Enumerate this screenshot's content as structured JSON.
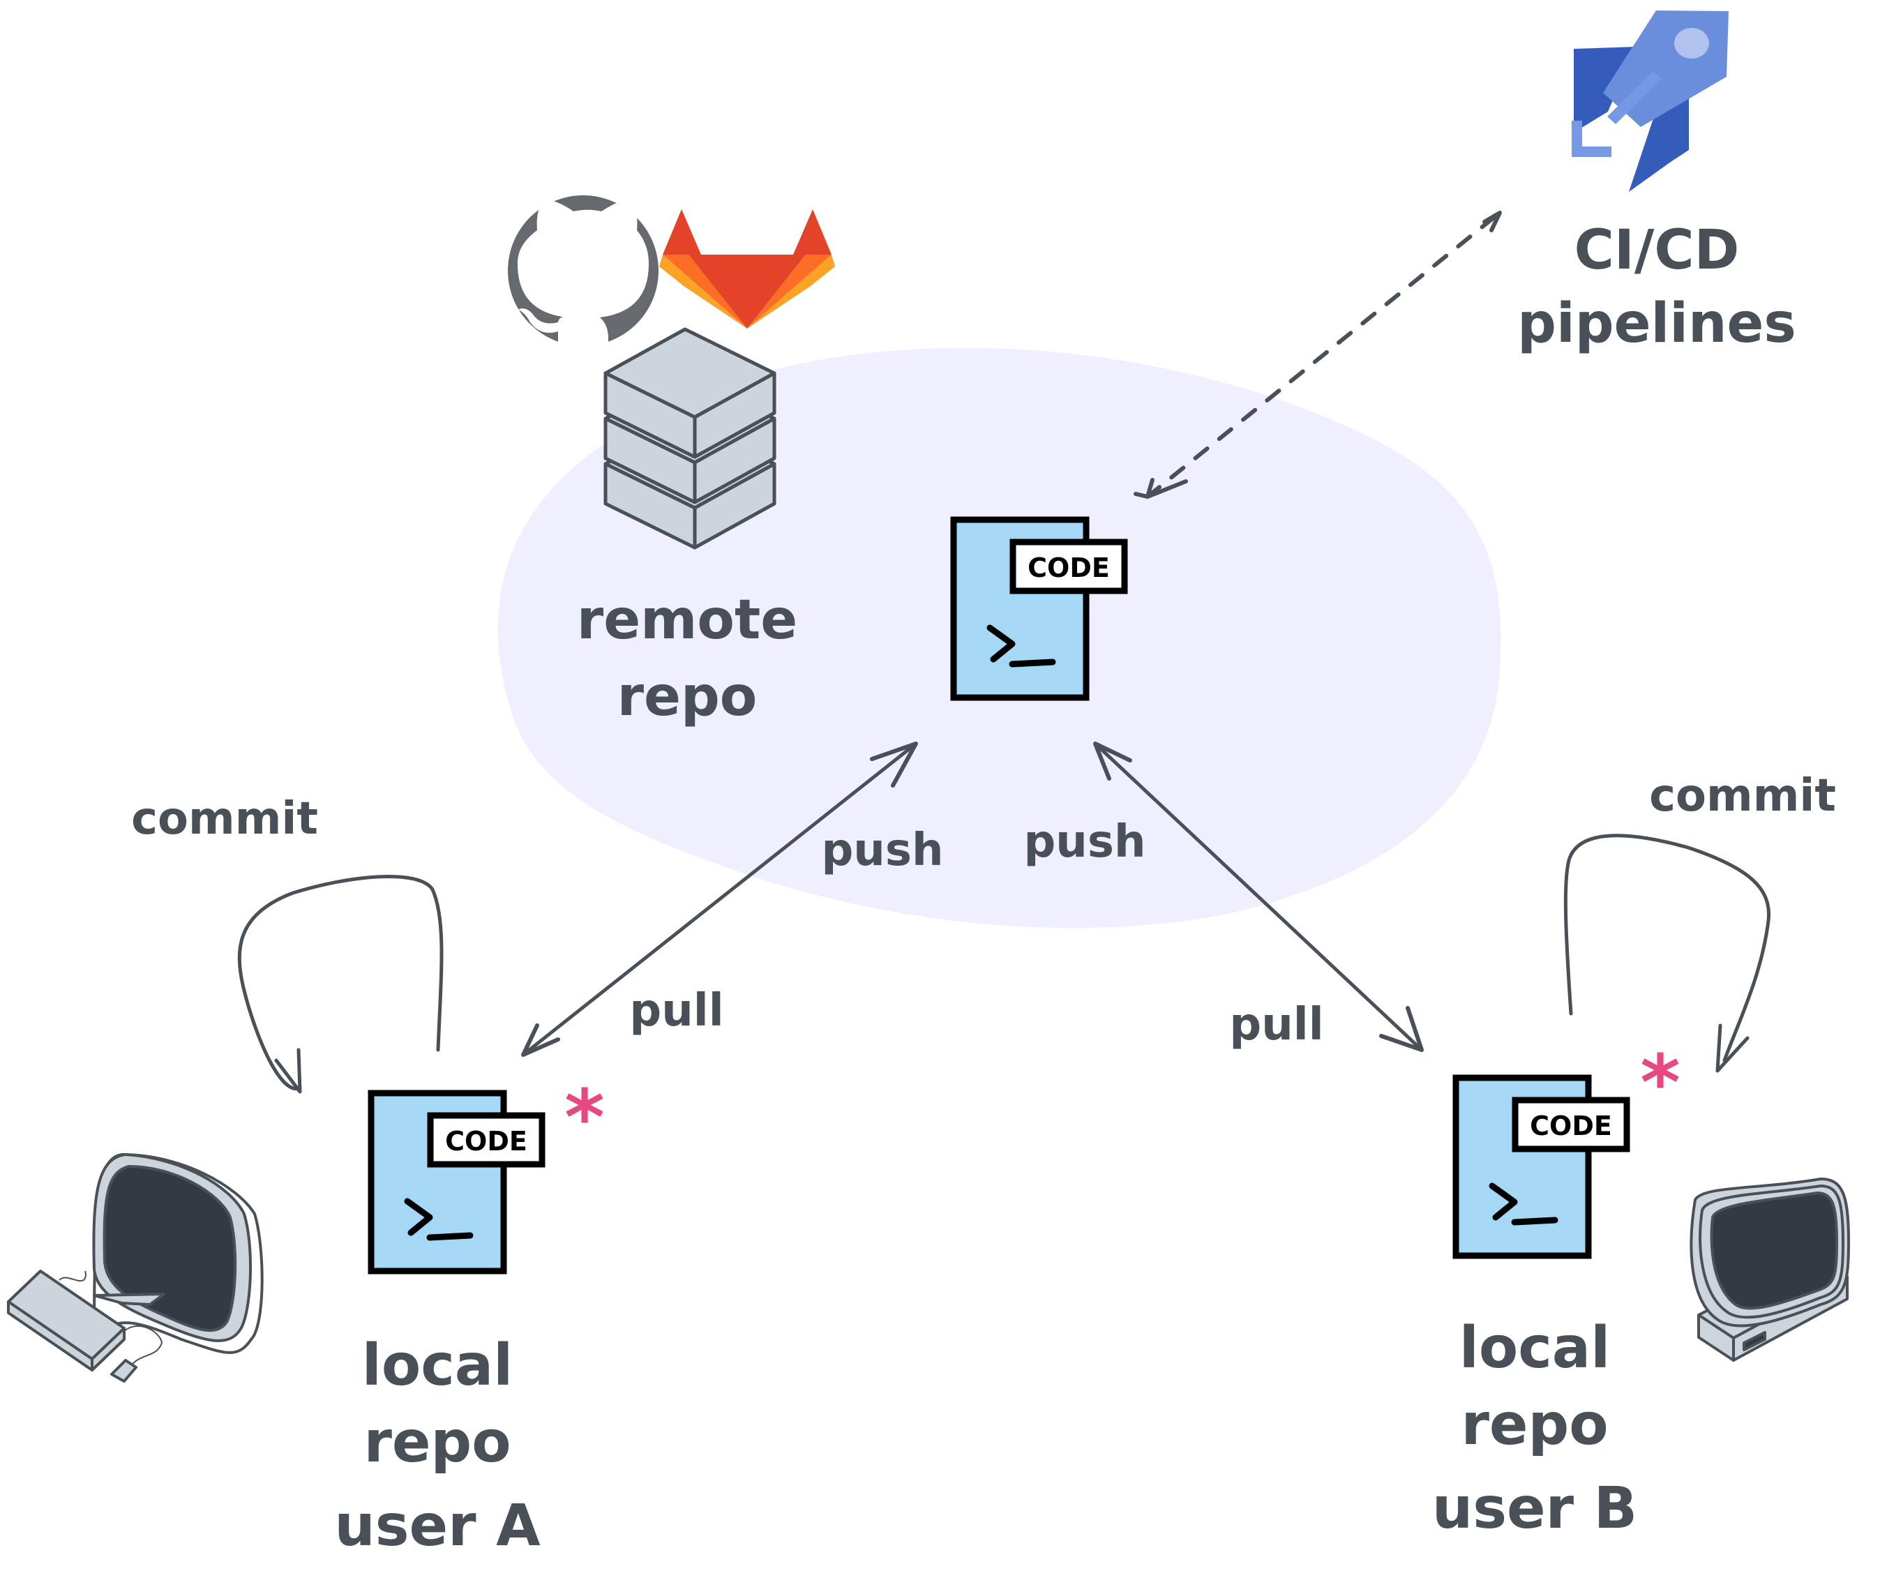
{
  "diagram": {
    "title": "Git remote/local repository workflow",
    "colors": {
      "ink": "#495057",
      "remote_zone": "#f0efff",
      "file_fill": "#a5d8f5",
      "file_stroke": "#000000",
      "badge_fill": "#ffffff",
      "server_fill": "#ced4dc",
      "monitor_screen": "#343a43",
      "asterisk": "#e64980",
      "github": "#666a6f",
      "gitlab_dark": "#e24329",
      "gitlab_mid": "#fc6d26",
      "gitlab_light": "#fca326",
      "pipelines_dark": "#345dbb",
      "pipelines_mid": "#6a8edb",
      "pipelines_light": "#b2c2ee"
    },
    "nodes": {
      "remote_repo": {
        "label_line1": "remote",
        "label_line2": "repo",
        "file_badge": "CODE",
        "file_prompt": ">_",
        "icons": [
          "github-icon",
          "gitlab-icon",
          "server-stack-icon"
        ]
      },
      "cicd": {
        "label_line1": "CI/CD",
        "label_line2": "pipelines",
        "icon": "azure-pipelines-rocket-icon"
      },
      "local_a": {
        "label_line1": "local",
        "label_line2": "repo",
        "label_line3": "user A",
        "file_badge": "CODE",
        "file_prompt": ">_",
        "modified_marker": "*",
        "icon": "desktop-computer-icon"
      },
      "local_b": {
        "label_line1": "local",
        "label_line2": "repo",
        "label_line3": "user B",
        "file_badge": "CODE",
        "file_prompt": ">_",
        "modified_marker": "*",
        "icon": "monitor-computer-icon"
      }
    },
    "edges": {
      "commit_a": {
        "label": "commit",
        "style": "solid",
        "from": "local_a",
        "to": "local_a"
      },
      "commit_b": {
        "label": "commit",
        "style": "solid",
        "from": "local_b",
        "to": "local_b"
      },
      "push_a": {
        "label": "push",
        "style": "solid",
        "from": "local_a",
        "to": "remote_repo"
      },
      "pull_a": {
        "label": "pull",
        "style": "solid",
        "from": "remote_repo",
        "to": "local_a"
      },
      "push_b": {
        "label": "push",
        "style": "solid",
        "from": "local_b",
        "to": "remote_repo"
      },
      "pull_b": {
        "label": "pull",
        "style": "solid",
        "from": "remote_repo",
        "to": "local_b"
      },
      "cicd_link": {
        "label": "",
        "style": "dashed",
        "from": "remote_repo",
        "to": "cicd"
      }
    }
  }
}
